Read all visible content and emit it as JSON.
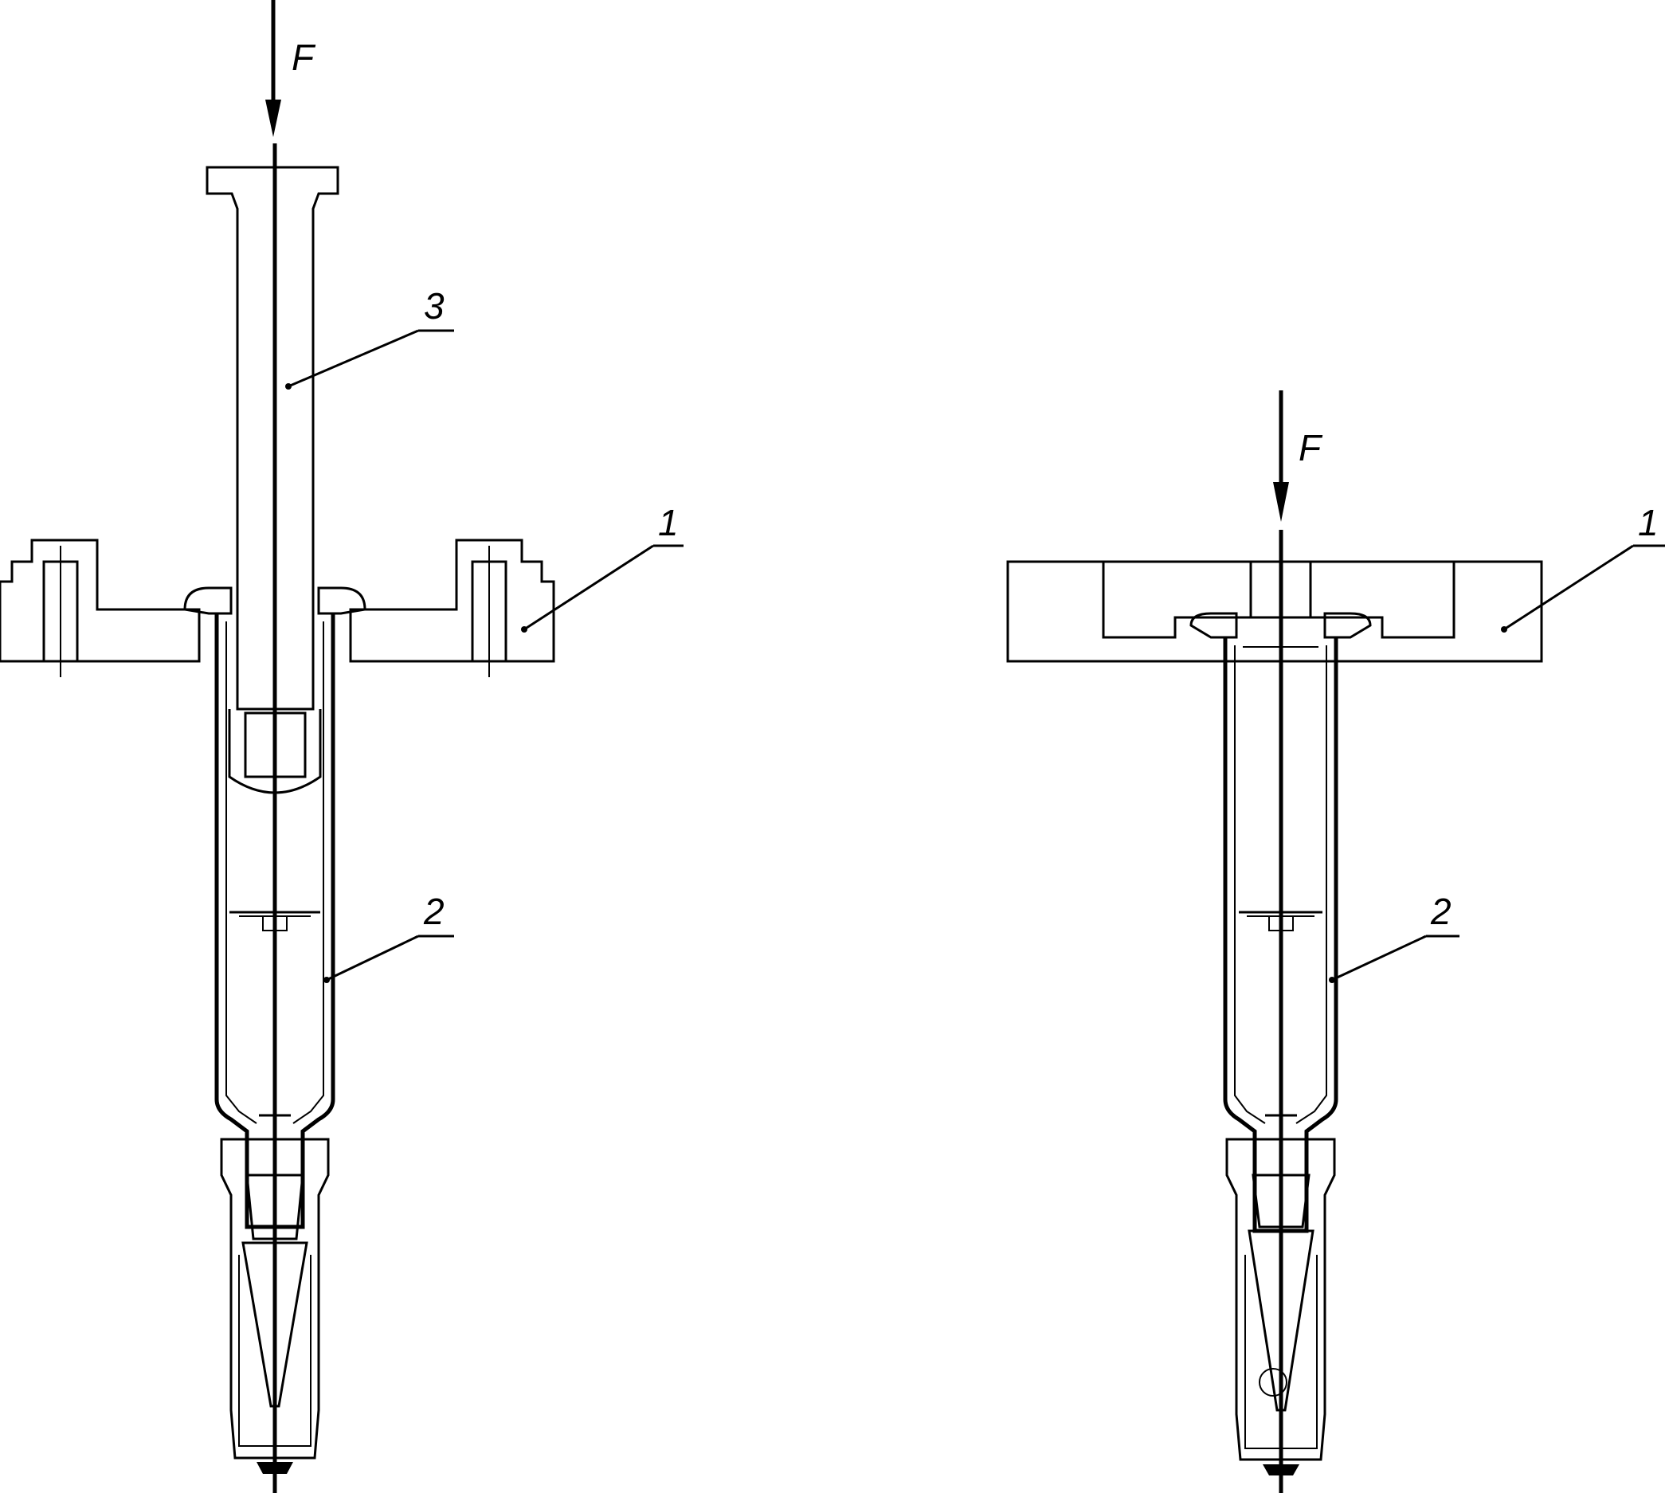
{
  "figure": {
    "left_assembly": {
      "force_label": "F",
      "callouts": [
        {
          "id": "plunger",
          "text": "3"
        },
        {
          "id": "fixture",
          "text": "1"
        },
        {
          "id": "syringe",
          "text": "2"
        }
      ]
    },
    "right_assembly": {
      "force_label": "F",
      "callouts": [
        {
          "id": "fixture",
          "text": "1"
        },
        {
          "id": "syringe",
          "text": "2"
        }
      ]
    }
  }
}
